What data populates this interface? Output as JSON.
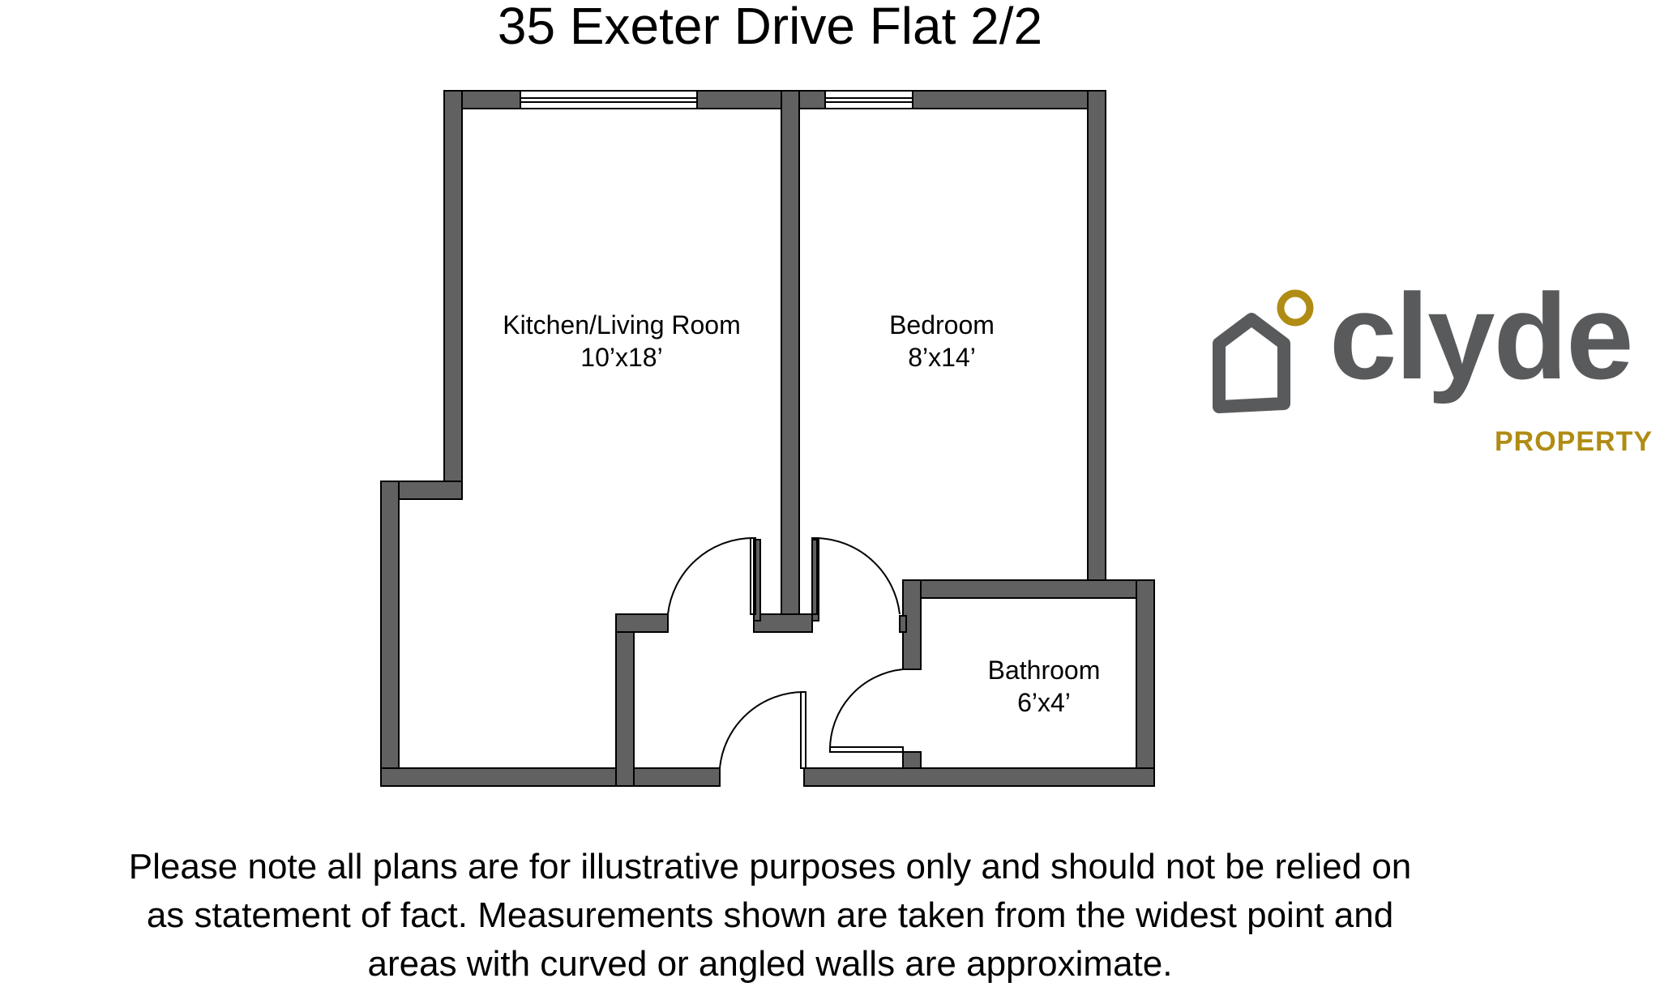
{
  "title": "35 Exeter Drive Flat 2/2",
  "rooms": [
    {
      "name": "Kitchen/Living Room",
      "size": "10’x18’"
    },
    {
      "name": "Bedroom",
      "size": "8’x14’"
    },
    {
      "name": "Bathroom",
      "size": "6’x4’"
    }
  ],
  "logo": {
    "word": "clyde",
    "sub": "PROPERTY",
    "word_color": "#595a5c",
    "accent_color": "#b08c14"
  },
  "colors": {
    "wall": "#616161",
    "wall_outline": "#000000"
  },
  "disclaimer": [
    "Please note all plans are for illustrative purposes only and should not be relied on",
    "as statement of fact. Measurements shown are taken from the widest point and",
    "areas with curved or angled walls are approximate."
  ]
}
